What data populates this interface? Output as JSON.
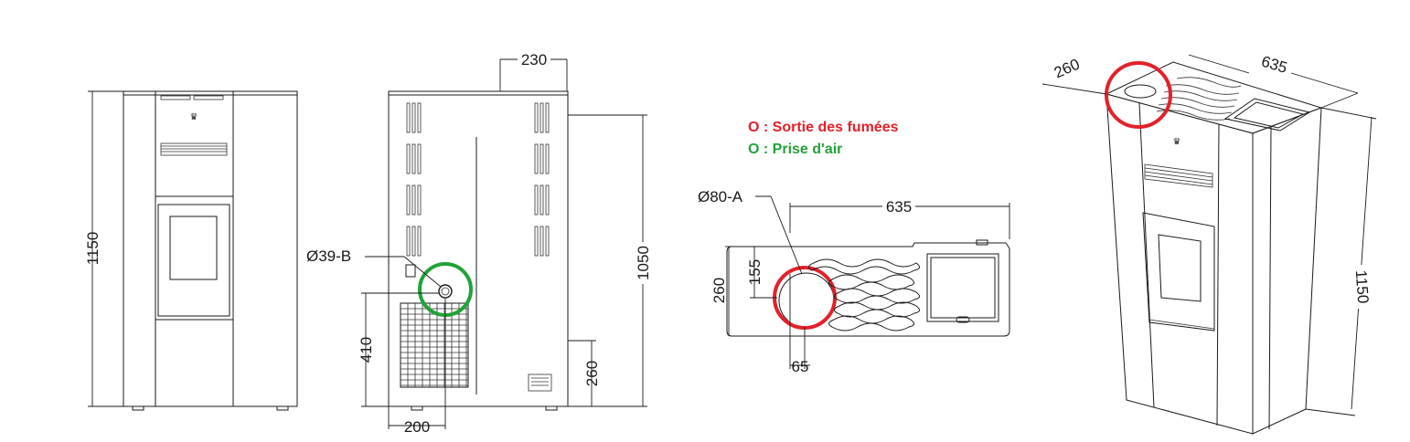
{
  "legend": {
    "smoke_symbol": "O",
    "smoke_text": " : Sortie des fumées",
    "air_symbol": "O",
    "air_text": " : Prise d'air",
    "smoke_color": "#e3212b",
    "air_color": "#22a23a"
  },
  "front_view": {
    "height": "1150"
  },
  "side_view": {
    "depth_top": "230",
    "height": "1050",
    "air_inlet": "Ø39-B",
    "inlet_height": "410",
    "inlet_offset": "200",
    "lower_height": "260"
  },
  "top_view": {
    "flue": "Ø80-A",
    "width": "635",
    "depth": "260",
    "flue_depth": "155",
    "flue_offset": "65"
  },
  "iso_view": {
    "depth": "260",
    "width": "635",
    "height": "1150"
  }
}
